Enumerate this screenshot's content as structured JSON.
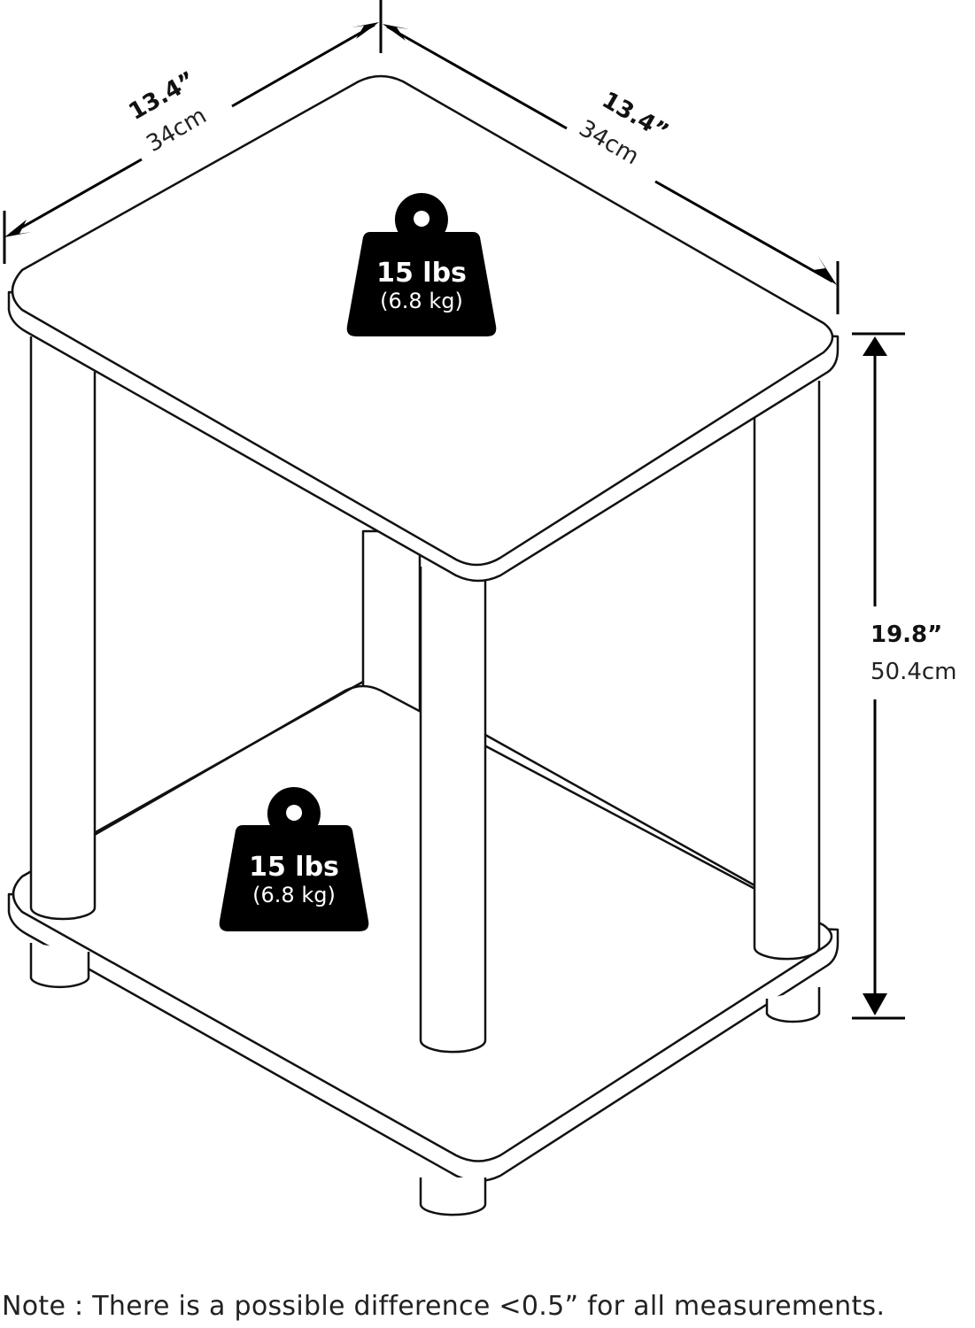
{
  "dimensions": {
    "width": {
      "in": "13.4”",
      "cm": "34cm"
    },
    "depth": {
      "in": "13.4”",
      "cm": "34cm"
    },
    "height": {
      "in": "19.8”",
      "cm": "50.4cm"
    }
  },
  "weight_capacity": {
    "top_shelf": {
      "lbs": "15 lbs",
      "kg": "(6.8 kg)"
    },
    "bottom_shelf": {
      "lbs": "15 lbs",
      "kg": "(6.8 kg)"
    }
  },
  "note": "Note : There is a possible difference <0.5” for all measurements."
}
